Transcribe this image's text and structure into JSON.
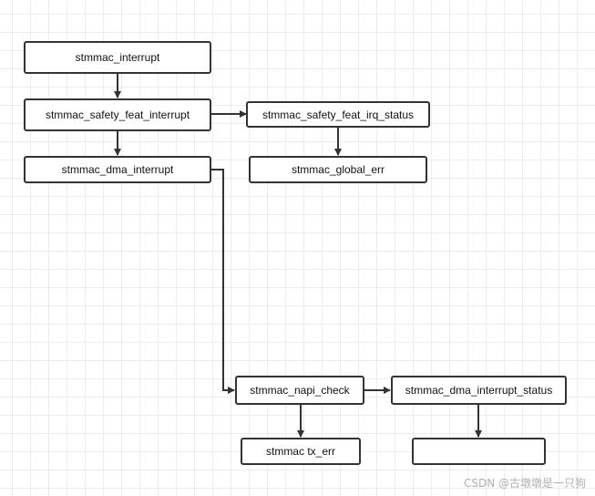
{
  "nodes": {
    "interrupt": "stmmac_interrupt",
    "safety_feat_interrupt": "stmmac_safety_feat_interrupt",
    "safety_feat_irq_status": "stmmac_safety_feat_irq_status",
    "dma_interrupt": "stmmac_dma_interrupt",
    "global_err": "stmmac_global_err",
    "napi_check": "stmmac_napi_check",
    "dma_interrupt_status": "stmmac_dma_interrupt_status",
    "tx_err": "stmmac tx_err",
    "empty": ""
  },
  "watermark": "CSDN @古墩墩是一只狗",
  "colors": {
    "stroke": "#333333",
    "grid": "#ececec"
  }
}
